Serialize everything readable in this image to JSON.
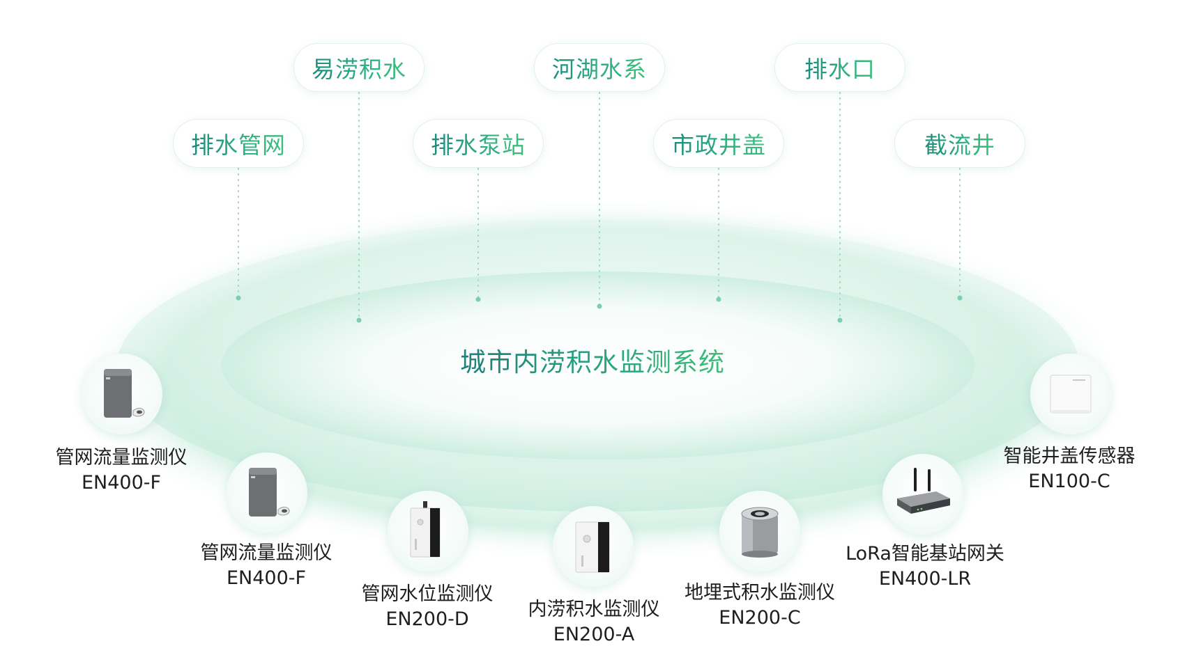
{
  "scenarios": [
    {
      "label": "易涝积水"
    },
    {
      "label": "河湖水系"
    },
    {
      "label": "排水口"
    },
    {
      "label": "排水管网"
    },
    {
      "label": "排水泵站"
    },
    {
      "label": "市政井盖"
    },
    {
      "label": "截流井"
    }
  ],
  "system": {
    "title": "城市内涝积水监测系统"
  },
  "devices": [
    {
      "name": "管网流量监测仪",
      "model": "EN400-F",
      "icon": "flow-meter-icon"
    },
    {
      "name": "管网流量监测仪",
      "model": "EN400-F",
      "icon": "flow-meter-icon"
    },
    {
      "name": "管网水位监测仪",
      "model": "EN200-D",
      "icon": "water-level-sensor-icon"
    },
    {
      "name": "内涝积水监测仪",
      "model": "EN200-A",
      "icon": "waterlogging-sensor-icon"
    },
    {
      "name": "地埋式积水监测仪",
      "model": "EN200-C",
      "icon": "buried-sensor-icon"
    },
    {
      "name": "LoRa智能基站网关",
      "model": "EN400-LR",
      "icon": "lora-gateway-icon"
    },
    {
      "name": "智能井盖传感器",
      "model": "EN100-C",
      "icon": "manhole-cover-sensor-icon"
    }
  ],
  "colors": {
    "accent_dark": "#1b8b7c",
    "accent_light": "#3cbf7c",
    "ring": "#cdeee2",
    "connector": "#9bd8c3"
  }
}
